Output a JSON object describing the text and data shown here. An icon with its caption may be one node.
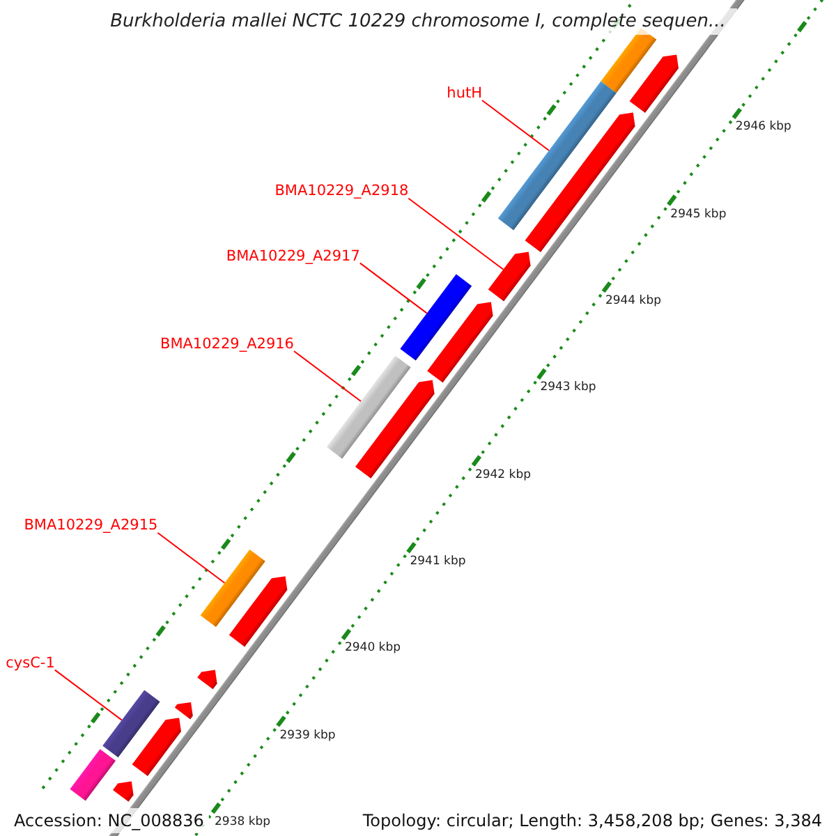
{
  "diagram": {
    "title": "Burkholderia mallei NCTC 10229 chromosome I, complete sequen...",
    "nodes": [
      {
        "text": [
          "hutH"
        ]
      },
      {
        "text": [
          "BMA10229_A2918"
        ]
      },
      {
        "text": [
          "BMA10229_A2917"
        ]
      },
      {
        "text": [
          "BMA10229_A2916"
        ]
      },
      {
        "text": [
          "BMA10229_A2915"
        ]
      },
      {
        "text": [
          "cysC-1"
        ]
      },
      {
        "text": [],
        "shape": "bar"
      },
      {
        "text": [],
        "shape": "pentagon"
      },
      {
        "text": [],
        "shape": "bar"
      },
      {
        "text": [],
        "shape": "pentagon"
      },
      {
        "text": [],
        "shape": "pentagon"
      },
      {
        "text": [],
        "shape": "bar"
      },
      {
        "text": [],
        "shape": "pentagon"
      },
      {
        "text": [],
        "shape": "bar"
      },
      {
        "text": [],
        "shape": "pentagon"
      },
      {
        "text": [],
        "shape": "bar"
      },
      {
        "text": [],
        "shape": "pentagon"
      },
      {
        "text": [],
        "shape": "pentagon"
      },
      {
        "text": [],
        "shape": "pentagon"
      },
      {
        "text": [],
        "shape": "bar"
      },
      {
        "text": [],
        "shape": "pentagon"
      },
      {
        "text": [],
        "shape": "bar"
      },
      {
        "text": [],
        "shape": "pentagon"
      }
    ],
    "edges": [
      {
        "from": 0,
        "to": 8,
        "arrow": "none"
      },
      {
        "from": 1,
        "to": 10,
        "arrow": "none"
      },
      {
        "from": 2,
        "to": 11,
        "arrow": "none"
      },
      {
        "from": 3,
        "to": 13,
        "arrow": "none"
      },
      {
        "from": 4,
        "to": 15,
        "arrow": "none"
      },
      {
        "from": 5,
        "to": 19,
        "arrow": "none"
      }
    ],
    "labels": [
      "2946 kbp",
      "2945 kbp",
      "2944 kbp",
      "2943 kbp",
      "2942 kbp",
      "2941 kbp",
      "2940 kbp",
      "2939 kbp",
      "2938 kbp",
      "Accession: NC_008836",
      "Topology: circular; Length: 3,458,208 bp; Genes: 3,384"
    ]
  }
}
